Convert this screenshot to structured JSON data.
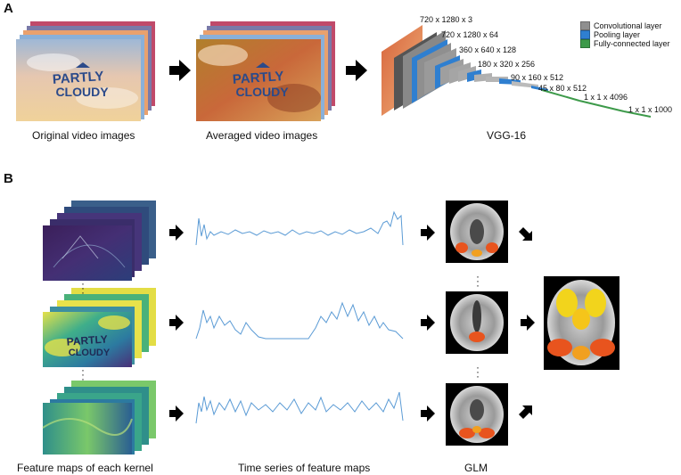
{
  "panels": {
    "a": "A",
    "b": "B"
  },
  "panel_a": {
    "captions": {
      "original": "Original video images",
      "averaged": "Averaged video images",
      "vgg": "VGG-16"
    },
    "frame_logo": {
      "line1": "PARTLY",
      "line2": "CLOUDY"
    },
    "layer_dims": [
      "720 x 1280 x 3",
      "720 x 1280 x 64",
      "360 x 640 x 128",
      "180 x 320 x 256",
      "90 x 160 x 512",
      "45 x 80 x 512",
      "1 x 1 x 4096",
      "1 x 1 x 1000"
    ],
    "legend": [
      {
        "label": "Convolutional layer",
        "color": "#8f8f8f"
      },
      {
        "label": "Pooling layer",
        "color": "#2f7fd0"
      },
      {
        "label": "Fully-connected layer",
        "color": "#3d9a4a"
      }
    ]
  },
  "panel_b": {
    "captions": {
      "feature_maps": "Feature maps of each kernel",
      "time_series": "Time series of feature maps",
      "glm": "GLM"
    },
    "series_color": "#5b9bd5"
  }
}
